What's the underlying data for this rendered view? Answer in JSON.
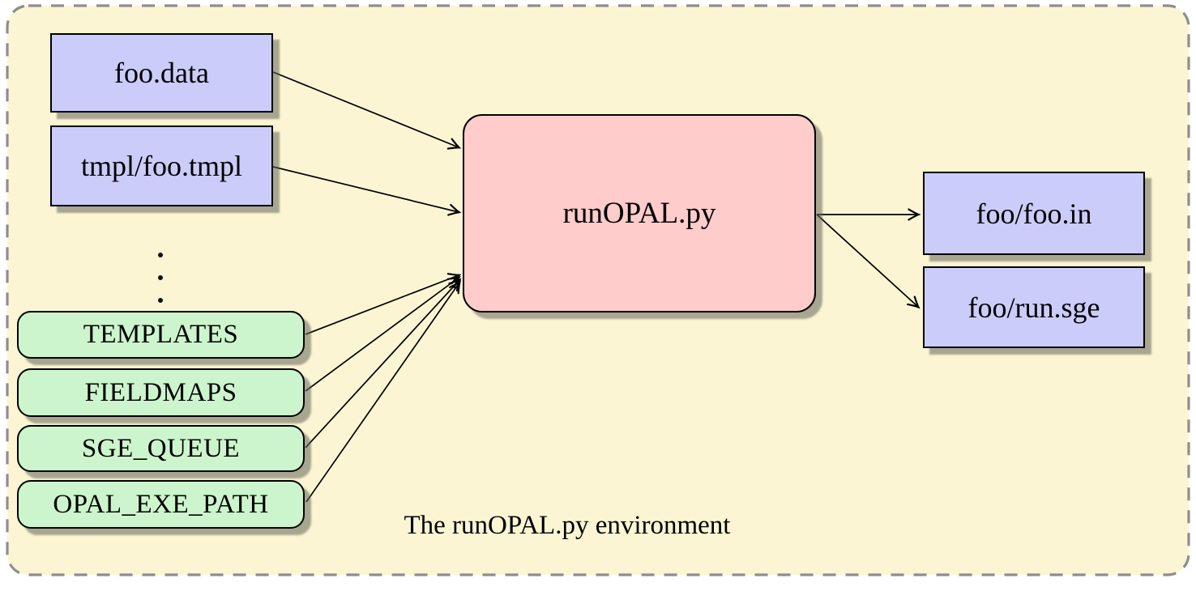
{
  "diagram": {
    "caption": "The runOPAL.py environment",
    "main_node": {
      "label": "runOPAL.py"
    },
    "input_files": [
      {
        "label": "foo.data"
      },
      {
        "label": "tmpl/foo.tmpl"
      }
    ],
    "env_vars": [
      {
        "label": "TEMPLATES"
      },
      {
        "label": "FIELDMAPS"
      },
      {
        "label": "SGE_QUEUE"
      },
      {
        "label": "OPAL_EXE_PATH"
      }
    ],
    "output_files": [
      {
        "label": "foo/foo.in"
      },
      {
        "label": "foo/run.sge"
      }
    ]
  },
  "colors": {
    "frame_fill": "#fbf5d3",
    "dash": "#8e8e8e",
    "blue": "#ccccfa",
    "green": "#cdf5cd",
    "pink": "#ffcccc",
    "node_border": "#000000",
    "shadow": "rgba(100,100,90,0.55)",
    "arrow": "#000000"
  }
}
